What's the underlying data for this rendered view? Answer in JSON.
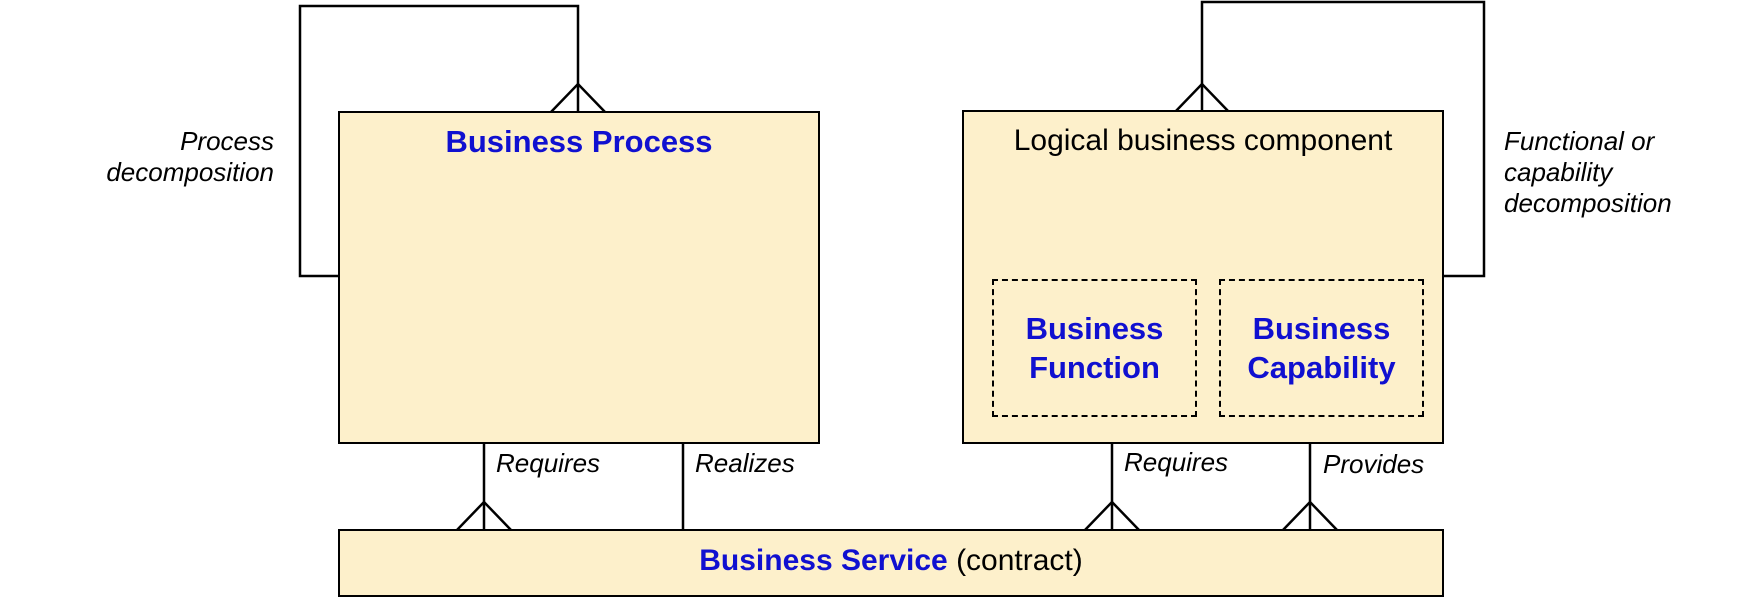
{
  "colors": {
    "box_fill": "#fdf0cb",
    "title_blue": "#1010d0",
    "line": "#000000"
  },
  "process": {
    "title": "Business Process",
    "self_label_line1": "Process",
    "self_label_line2": "decomposition"
  },
  "component": {
    "title": "Logical business component",
    "self_label_line1": "Functional or",
    "self_label_line2": "capability",
    "self_label_line3": "decomposition",
    "function_line1": "Business",
    "function_line2": "Function",
    "capability_line1": "Business",
    "capability_line2": "Capability"
  },
  "service": {
    "title": "Business Service",
    "suffix": "(contract)"
  },
  "relations": {
    "process_requires": "Requires",
    "process_realizes": "Realizes",
    "component_requires": "Requires",
    "component_provides": "Provides"
  }
}
